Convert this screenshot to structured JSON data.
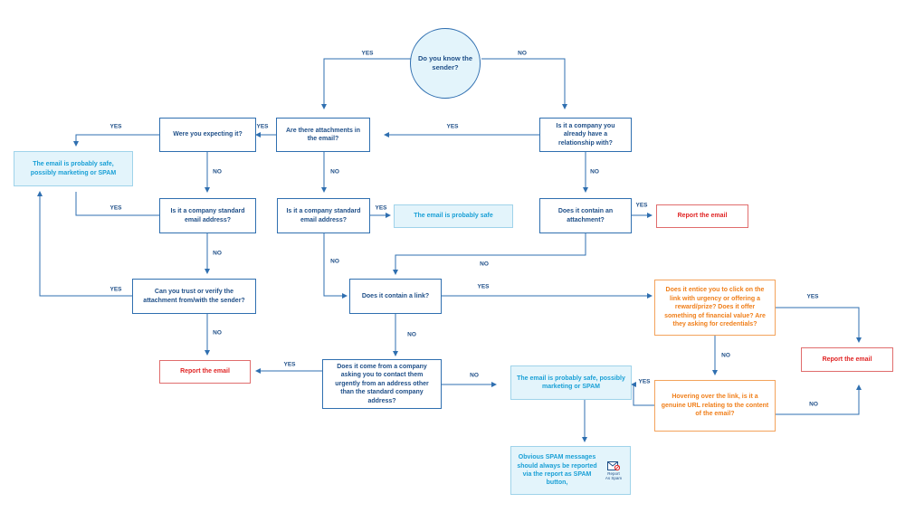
{
  "start": "Do you know the sender?",
  "questions": {
    "expecting": "Were you expecting it?",
    "attachments": "Are there attachments in the email?",
    "relationship": "Is it a company you already have a relationship with?",
    "std_left": "Is it a company standard email address?",
    "std_mid": "Is it a company standard email address?",
    "contain_attachment": "Does it contain an attachment?",
    "trust": "Can you trust or verify the attachment from/with the sender?",
    "link": "Does it contain a link?",
    "urgency": "Does it come from a company asking you to contact them urgently from an address other than the standard company address?"
  },
  "orange": {
    "entice": "Does it entice you to click on the link with urgency or offering a reward/prize? Does it offer something of financial value? Are they asking for credentials?",
    "hover": "Hovering over the link, is it a genuine URL relating to the content of the email?"
  },
  "info": {
    "safe_marketing_left": "The email is probably safe, possibly marketing or SPAM",
    "safe": "The email is probably safe",
    "safe_marketing_mid": "The email is probably safe, possibly marketing or SPAM",
    "spam_note": "Obvious SPAM messages should always be reported via the report as SPAM button,"
  },
  "report": {
    "r1": "Report the email",
    "r2": "Report the email",
    "r3": "Report the email"
  },
  "spam_button": {
    "icon": "report-spam-icon",
    "label_line1": "Report",
    "label_line2": "As Spam"
  },
  "labels": {
    "yes": "YES",
    "no": "NO"
  },
  "colors": {
    "navy": "#1f4f88",
    "line": "#2f6fb0",
    "info_bg": "#e3f4fb",
    "info_text": "#1aa0d6",
    "report_red": "#e02424",
    "orange": "#f07f1a"
  }
}
